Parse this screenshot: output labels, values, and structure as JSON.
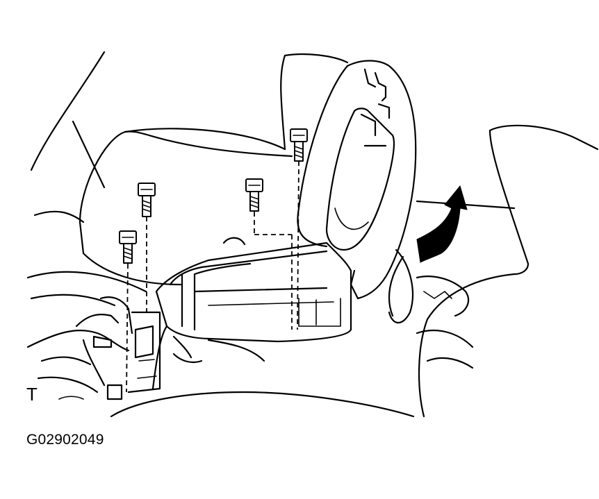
{
  "figure": {
    "corner_mark": "T",
    "code": "G02902049"
  },
  "colors": {
    "line": "#000000",
    "background": "#ffffff"
  },
  "parts": {
    "bolt_count": 4,
    "icons": [
      "bolt-icon",
      "rotation-arrow-icon"
    ]
  }
}
